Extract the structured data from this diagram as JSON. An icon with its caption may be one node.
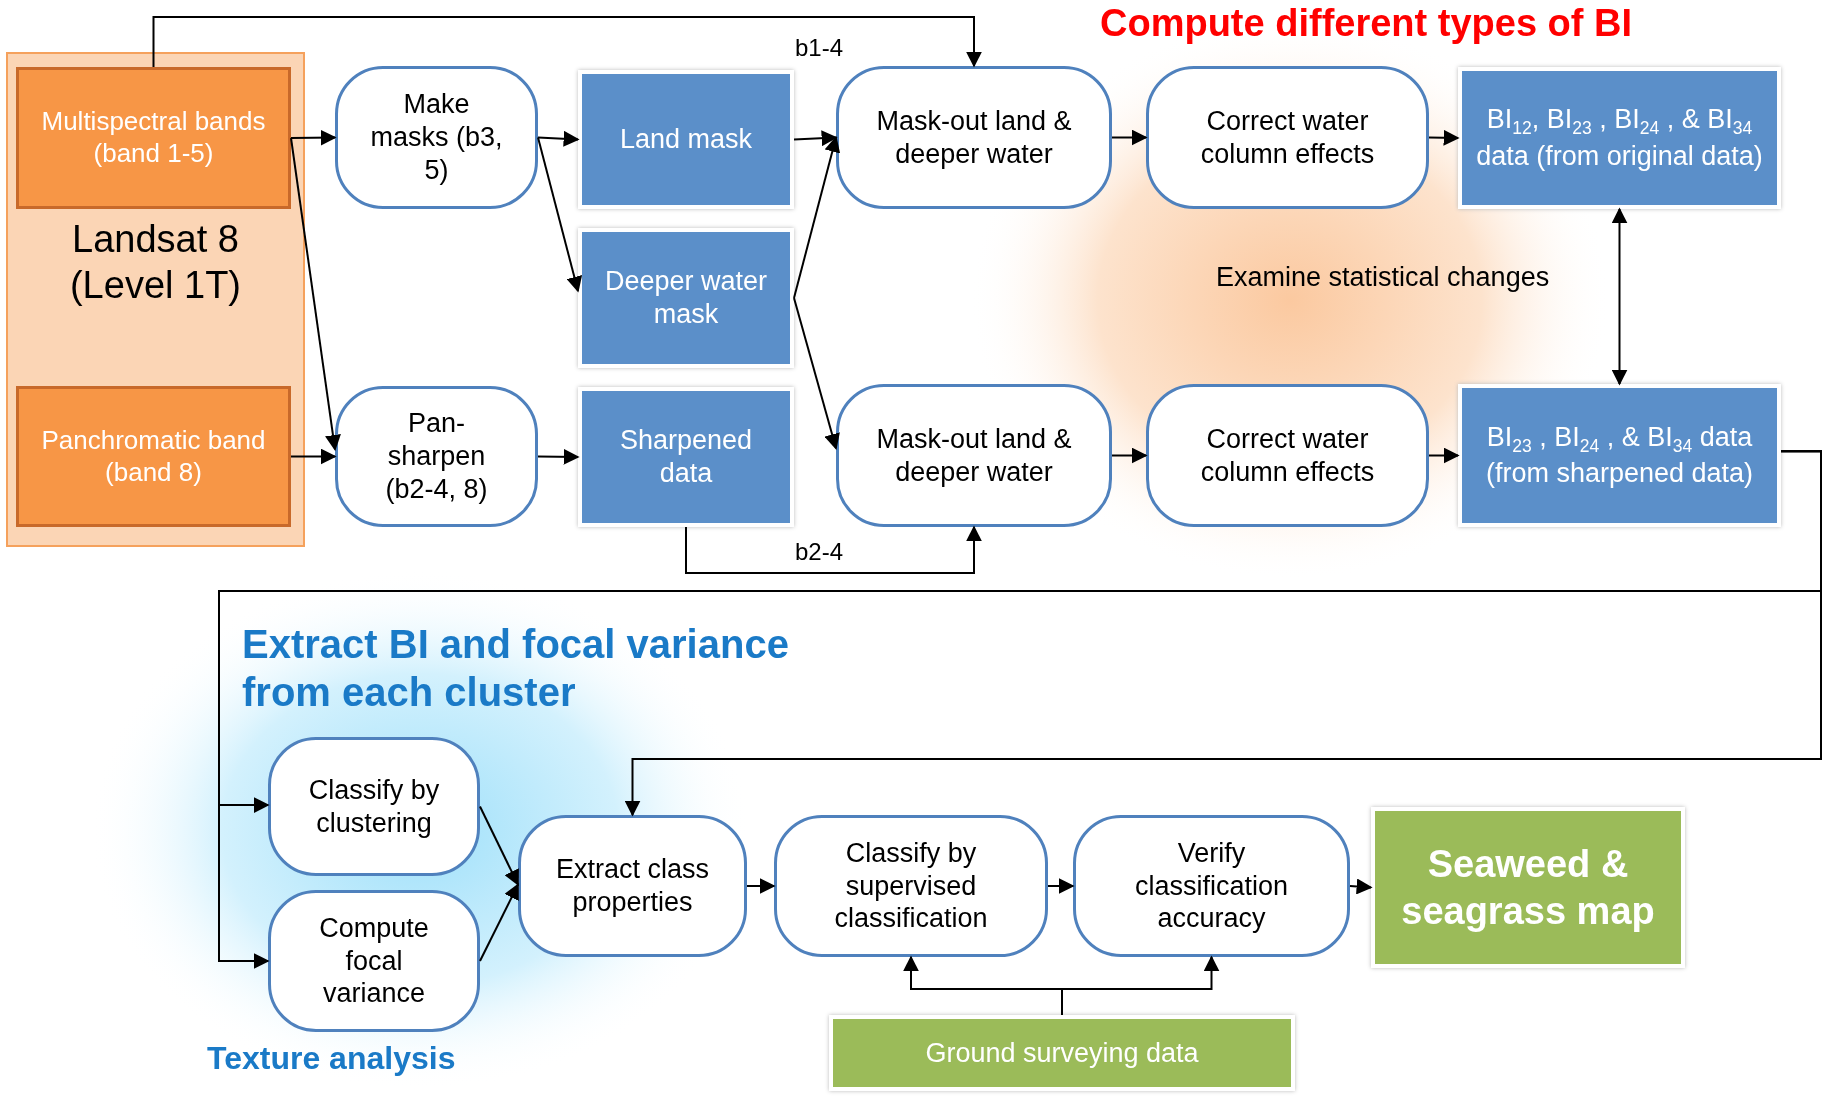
{
  "diagram": {
    "nodes": [
      {
        "text": [
          "Landsat 8 (Level 1T)"
        ]
      },
      {
        "text": [
          "Multispectral bands (band 1-5)"
        ],
        "in": 0
      },
      {
        "text": [
          "Panchromatic band (band 8)"
        ],
        "in": 0
      },
      {
        "text": [
          "Make masks (b3, 5)"
        ]
      },
      {
        "text": [
          "Pan-sharpen (b2-4, 8)"
        ]
      },
      {
        "text": [
          "Land mask"
        ]
      },
      {
        "text": [
          "Deeper water mask"
        ]
      },
      {
        "text": [
          "Sharpened data"
        ]
      },
      {
        "text": [
          "Mask-out land & deeper water"
        ]
      },
      {
        "text": [
          "Mask-out land & deeper water"
        ]
      },
      {
        "text": [
          "Correct water column effects"
        ]
      },
      {
        "text": [
          "Correct water column effects"
        ]
      },
      {
        "text": [
          "BI$_{12}$, BI$_{23}$ , BI$_{24}$ , & BI$_{34}$ data (from original data)"
        ]
      },
      {
        "text": [
          "BI$_{23}$ , BI$_{24}$ , & BI$_{34}$ data (from sharpened data)"
        ]
      },
      {
        "text": [
          "Classify by clustering"
        ]
      },
      {
        "text": [
          "Compute focal variance"
        ]
      },
      {
        "text": [
          "Extract class properties"
        ]
      },
      {
        "text": [
          "Classify by supervised classification"
        ]
      },
      {
        "text": [
          "Verify classification accuracy"
        ]
      },
      {
        "text": [
          "Seaweed & seagrass map"
        ]
      },
      {
        "text": [
          "Ground surveying data"
        ]
      }
    ],
    "edges": [
      {
        "from": 1,
        "to": 3,
        "arrow": "to"
      },
      {
        "from": 1,
        "to": 4,
        "arrow": "to"
      },
      {
        "from": 2,
        "to": 4,
        "arrow": "to"
      },
      {
        "from": 1,
        "to": 8,
        "arrow": "to",
        "label": "b1-4"
      },
      {
        "from": 3,
        "to": 5,
        "arrow": "to"
      },
      {
        "from": 3,
        "to": 6,
        "arrow": "to"
      },
      {
        "from": 4,
        "to": 7,
        "arrow": "to"
      },
      {
        "from": 5,
        "to": 8,
        "arrow": "to"
      },
      {
        "from": 6,
        "to": 8,
        "arrow": "to"
      },
      {
        "from": 6,
        "to": 9,
        "arrow": "to"
      },
      {
        "from": 7,
        "to": 9,
        "arrow": "to",
        "label": "b2-4"
      },
      {
        "from": 8,
        "to": 10,
        "arrow": "to"
      },
      {
        "from": 9,
        "to": 11,
        "arrow": "to"
      },
      {
        "from": 10,
        "to": 12,
        "arrow": "to"
      },
      {
        "from": 11,
        "to": 13,
        "arrow": "to"
      },
      {
        "from": 12,
        "to": 13,
        "arrow": "both"
      },
      {
        "from": 13,
        "to": 14,
        "arrow": "to"
      },
      {
        "from": 13,
        "to": 15,
        "arrow": "to"
      },
      {
        "from": 13,
        "to": 16,
        "arrow": "to"
      },
      {
        "from": 14,
        "to": 16,
        "arrow": "to"
      },
      {
        "from": 15,
        "to": 16,
        "arrow": "to"
      },
      {
        "from": 16,
        "to": 17,
        "arrow": "to"
      },
      {
        "from": 17,
        "to": 18,
        "arrow": "to"
      },
      {
        "from": 18,
        "to": 19,
        "arrow": "to"
      },
      {
        "from": 20,
        "to": 17,
        "arrow": "to"
      },
      {
        "from": 20,
        "to": 18,
        "arrow": "to"
      }
    ],
    "labels": [
      "Compute different types of BI",
      "Examine statistical changes",
      "Extract BI and focal variance from each cluster",
      "Texture analysis"
    ]
  }
}
